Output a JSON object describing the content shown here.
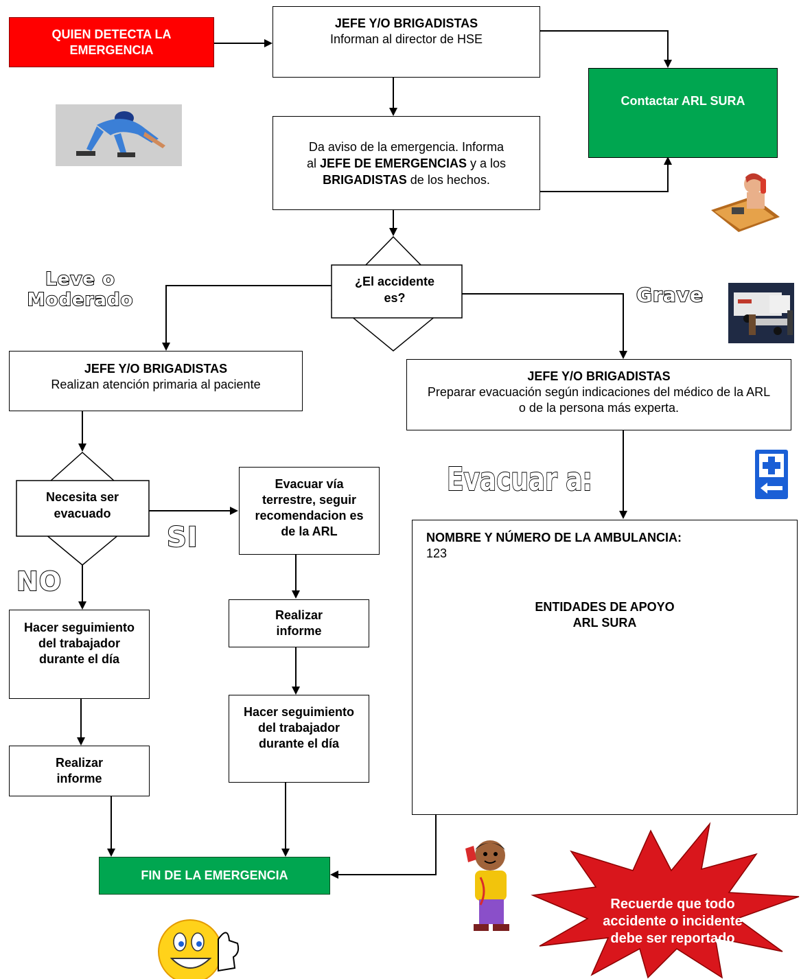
{
  "nodes": {
    "detect": "QUIEN DETECTA LA EMERGENCIA",
    "inform_title": "JEFE Y/O BRIGADISTAS",
    "inform_text": "Informan al director de HSE",
    "contact": "Contactar ARL SURA",
    "aviso_1": "Da aviso de la emergencia.",
    "aviso_2": "Informa al",
    "aviso_3": "JEFE DE EMERGENCIAS",
    "aviso_4": "y a los",
    "aviso_5": "BRIGADISTAS",
    "aviso_6": "de los hechos.",
    "decision": "¿El accidente es?",
    "leve_title": "JEFE Y/O BRIGADISTAS",
    "leve_text": "Realizan atención primaria al paciente",
    "grave_title": "JEFE Y/O BRIGADISTAS",
    "grave_text": "Preparar evacuación según indicaciones del médico de la ARL o de la persona más experta.",
    "necesita": "Necesita ser evacuado",
    "evacuar_via": "Evacuar vía terrestre, seguir recomendacion es de la ARL",
    "informe_right": "Realizar informe",
    "seguimiento_right": "Hacer seguimiento del trabajador durante el día",
    "seguimiento_left": "Hacer seguimiento del trabajador durante el día",
    "informe_left": "Realizar informe",
    "fin": "FIN DE LA EMERGENCIA",
    "ambulance_label": "NOMBRE Y NÚMERO DE LA AMBULANCIA:",
    "ambulance_number": "123",
    "apoyo_title": "ENTIDADES DE APOYO",
    "apoyo_value": "ARL SURA"
  },
  "labels": {
    "leve": "Leve o Moderado",
    "grave": "Grave",
    "evacuar_a": "Evacuar a:",
    "si": "SI",
    "no": "NO"
  },
  "starburst": "Recuerde que todo accidente o incidente debe ser reportado",
  "colors": {
    "red": "#ff0000",
    "green": "#00a650",
    "star": "#d9161c"
  },
  "icons": [
    "fallen-worker-icon",
    "phone-operator-icon",
    "ambulance-photo-icon",
    "hospital-sign-icon",
    "boy-phone-icon",
    "thumbs-up-smiley-icon"
  ]
}
